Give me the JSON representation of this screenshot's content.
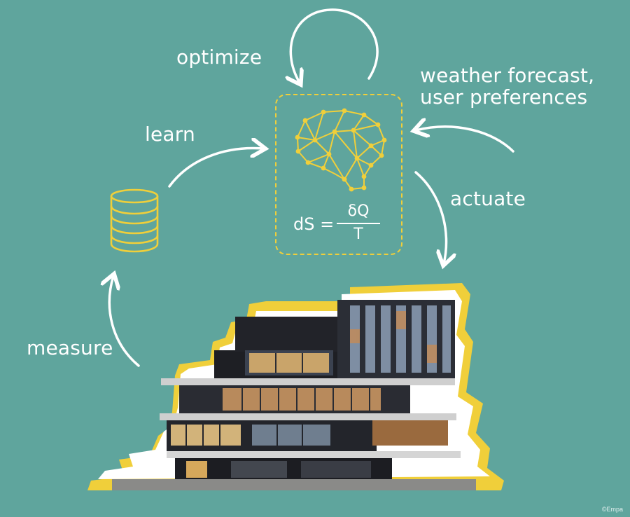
{
  "diagram": {
    "loop_labels": {
      "optimize": "optimize",
      "learn": "learn",
      "actuate": "actuate",
      "measure": "measure"
    },
    "inputs": {
      "line1": "weather forecast,",
      "line2": "user preferences"
    },
    "formula": {
      "lhs": "dS =",
      "numerator": "δQ",
      "denominator": "T"
    },
    "watermark": "©Empa",
    "colors": {
      "background": "#5fa59d",
      "accent": "#f0cf3a",
      "text": "#ffffff"
    },
    "icons": [
      "database-icon",
      "brain-network-icon",
      "building-photo"
    ]
  }
}
